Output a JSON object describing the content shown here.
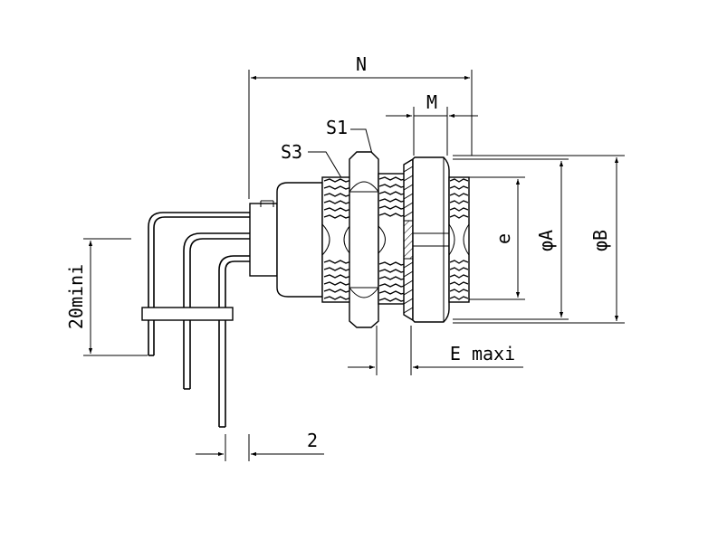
{
  "labels": {
    "N": "N",
    "M": "M",
    "S1": "S1",
    "S3": "S3",
    "e": "e",
    "phiA": "φA",
    "phiB": "φB",
    "E_maxi": "E maxi",
    "mini20": "20mini",
    "two": "2"
  }
}
